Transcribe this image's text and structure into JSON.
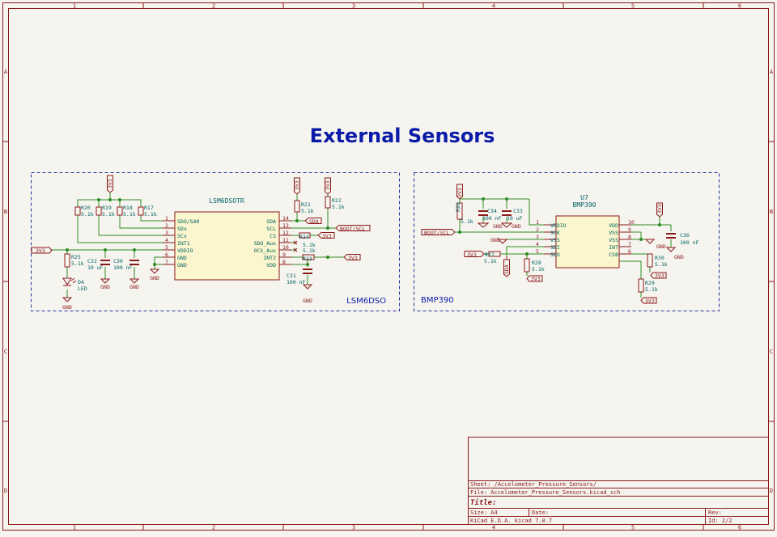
{
  "frame": {
    "col_numbers": [
      "1",
      "2",
      "3",
      "4",
      "5",
      "6"
    ],
    "row_letters": [
      "A",
      "B",
      "C",
      "D"
    ]
  },
  "sheet_title": "External Sensors",
  "colors": {
    "border": "#8a1a1a",
    "wire": "#2e8b22",
    "component": "#8b1a1a",
    "ref_text": "#006464",
    "title_blue": "#0b1aa8",
    "dashed_box": "#2333a0",
    "paper": "#f5f4ef"
  },
  "lsm": {
    "box_label": "LSM6DSO",
    "part": "LSM6DSOTR",
    "left_pins": [
      {
        "num": "1",
        "name": "SDO/SA0"
      },
      {
        "num": "2",
        "name": "SDx"
      },
      {
        "num": "3",
        "name": "SCx"
      },
      {
        "num": "4",
        "name": "INT1"
      },
      {
        "num": "5",
        "name": "VDDIO"
      },
      {
        "num": "6",
        "name": "GND"
      },
      {
        "num": "7",
        "name": "GND"
      }
    ],
    "right_pins": [
      {
        "num": "14",
        "name": "SDA"
      },
      {
        "num": "13",
        "name": "SCL"
      },
      {
        "num": "12",
        "name": "CS"
      },
      {
        "num": "11",
        "name": "SDO_Aux"
      },
      {
        "num": "10",
        "name": "OCS_Aux"
      },
      {
        "num": "9",
        "name": "INT2"
      },
      {
        "num": "8",
        "name": "VDD"
      }
    ],
    "resistors": [
      {
        "ref": "R20",
        "val": "5.1k"
      },
      {
        "ref": "R19",
        "val": "5.1k"
      },
      {
        "ref": "R18",
        "val": "5.1k"
      },
      {
        "ref": "R17",
        "val": "5.1k"
      },
      {
        "ref": "R25",
        "val": "5.1k"
      },
      {
        "ref": "R21",
        "val": "5.1k"
      },
      {
        "ref": "R22",
        "val": "5.1k"
      },
      {
        "ref": "R24",
        "val": "5.1k"
      },
      {
        "ref": "R23",
        "val": "5.1k"
      }
    ],
    "caps": [
      {
        "ref": "C32",
        "val": "10 uF"
      },
      {
        "ref": "C30",
        "val": "100 nF"
      },
      {
        "ref": "C31",
        "val": "100 nF"
      }
    ],
    "led": {
      "ref": "D4",
      "val": "LED"
    }
  },
  "bmp": {
    "box_label": "BMP390",
    "ref": "U7",
    "part": "BMP390",
    "left_pins": [
      {
        "num": "1",
        "name": "VDDIO"
      },
      {
        "num": "2",
        "name": "SCK"
      },
      {
        "num": "3",
        "name": "VSS"
      },
      {
        "num": "4",
        "name": "SDI"
      },
      {
        "num": "5",
        "name": "SDO"
      }
    ],
    "right_pins": [
      {
        "num": "10",
        "name": "VDD"
      },
      {
        "num": "9",
        "name": "VSS"
      },
      {
        "num": "8",
        "name": "VSS"
      },
      {
        "num": "7",
        "name": "INT"
      },
      {
        "num": "6",
        "name": "CSB"
      }
    ],
    "resistors": [
      {
        "ref": "R26",
        "val": "5.1k"
      },
      {
        "ref": "R27",
        "val": "5.1k"
      },
      {
        "ref": "R28",
        "val": "5.1k"
      },
      {
        "ref": "R30",
        "val": "5.1k"
      },
      {
        "ref": "R29",
        "val": "5.1k"
      }
    ],
    "caps": [
      {
        "ref": "C34",
        "val": "100 nF"
      },
      {
        "ref": "C33",
        "val": "10 uF"
      },
      {
        "ref": "C36",
        "val": "100 nF"
      }
    ]
  },
  "nets": {
    "v33": "3V3",
    "gnd": "GND",
    "sda": "SDA",
    "boot_scl": "BOOT/SCL"
  },
  "title_block": {
    "sheet": "Sheet: /Accelometer_Pressure_Sensors/",
    "file": "File: Accelometer_Pressure_Sensors.kicad_sch",
    "title": "Title:",
    "size": "Size: A4",
    "date": "Date:",
    "rev": "Rev:",
    "tool": "KiCad E.D.A.  kicad 7.0.7",
    "id": "Id: 2/2"
  }
}
